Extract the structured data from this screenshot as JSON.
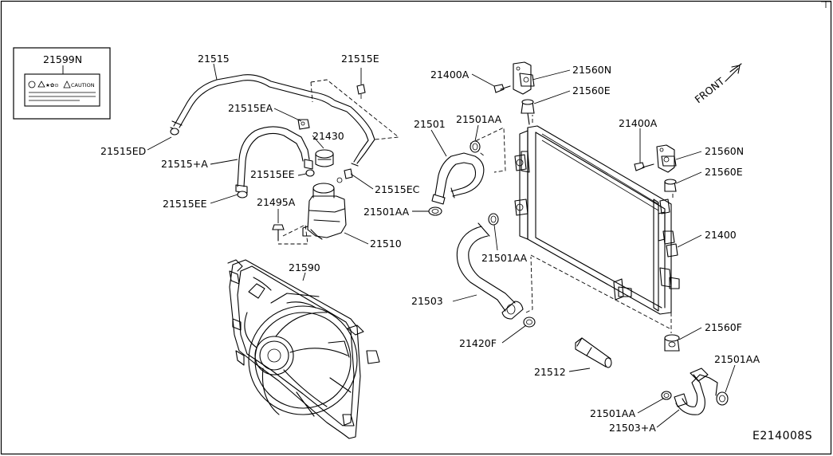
{
  "diagram": {
    "labels": {
      "p21599N": "21599N",
      "caution": "CAUTION",
      "p21515": "21515",
      "p21515E": "21515E",
      "p21515EA": "21515EA",
      "p21430": "21430",
      "p21515ED": "21515ED",
      "p21515A": "21515+A",
      "p21515EE_top": "21515EE",
      "p21515EC": "21515EC",
      "p21515EE_bottom": "21515EE",
      "p21495A": "21495A",
      "p21510": "21510",
      "p21590": "21590",
      "p21400A_top": "21400A",
      "p21560N_top": "21560N",
      "p21560E_top": "21560E",
      "front": "FRONT",
      "p21501": "21501",
      "p21501AA_1": "21501AA",
      "p21501AA_2": "21501AA",
      "p21400A_right": "21400A",
      "p21560N_right": "21560N",
      "p21560E_right": "21560E",
      "p21400": "21400",
      "p21501AA_3": "21501AA",
      "p21503": "21503",
      "p21420F": "21420F",
      "p21560F": "21560F",
      "p21512": "21512",
      "p21501AA_4": "21501AA",
      "p21501AA_5": "21501AA",
      "p21503A": "21503+A",
      "drawing_code": "E214008S"
    }
  }
}
